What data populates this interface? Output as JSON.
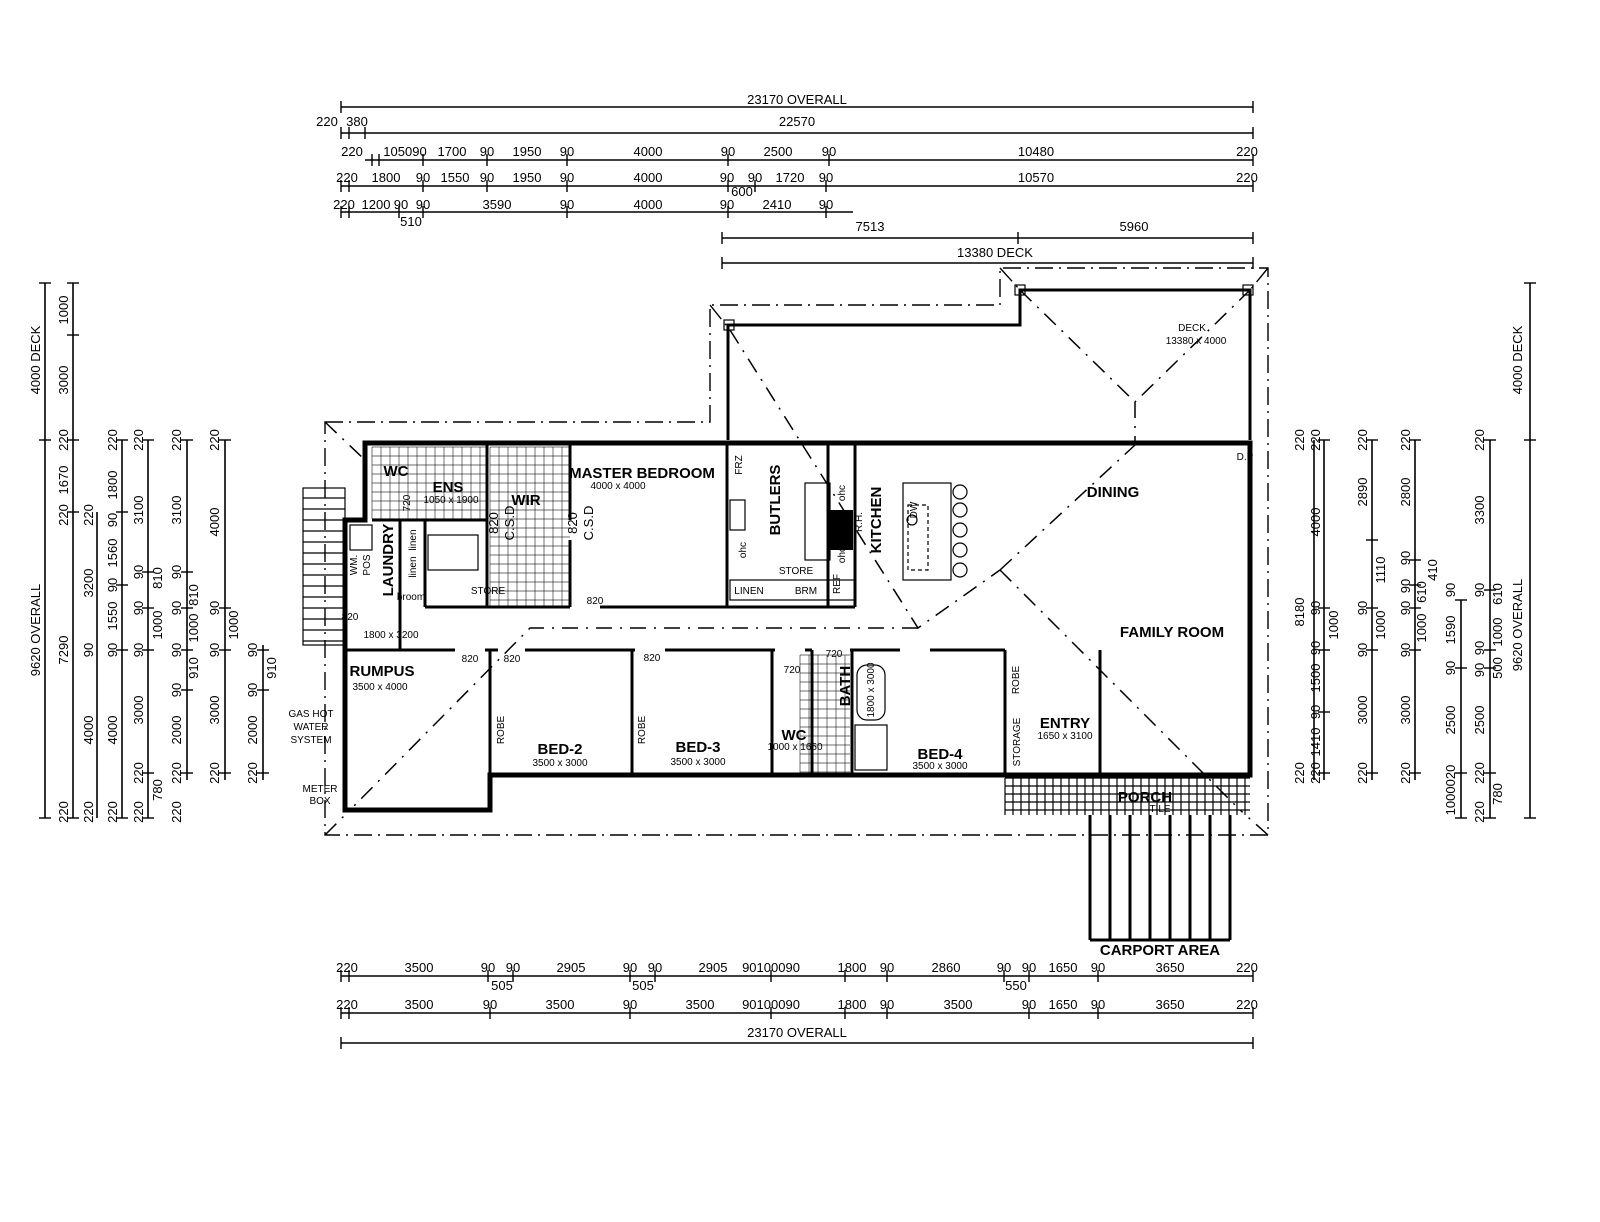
{
  "rooms": {
    "wc_ens": "WC",
    "ens": {
      "name": "ENS",
      "size": "1050 x 1900"
    },
    "wir": "WIR",
    "master": {
      "name": "MASTER BEDROOM",
      "size": "4000 x 4000"
    },
    "butlers": "BUTLERS",
    "kitchen": "KITCHEN",
    "dining": "DINING",
    "family": "FAMILY ROOM",
    "laundry": {
      "name": "LAUNDRY",
      "size": "1800 x 3200"
    },
    "rumpus": {
      "name": "RUMPUS",
      "size": "3500 x 4000"
    },
    "bed2": {
      "name": "BED-2",
      "size": "3500 x 3000"
    },
    "bed3": {
      "name": "BED-3",
      "size": "3500 x 3000"
    },
    "wc": {
      "name": "WC",
      "size": "1000 x 1650"
    },
    "bath": {
      "name": "BATH",
      "size": "1800 x 3000"
    },
    "bed4": {
      "name": "BED-4",
      "size": "3500 x 3000"
    },
    "entry": {
      "name": "ENTRY",
      "size": "1650 x 3100"
    },
    "porch": {
      "name": "PORCH",
      "finish": "TILE"
    },
    "carport": "CARPORT AREA",
    "deck": {
      "name": "DECK",
      "size": "13380 x 4000"
    }
  },
  "fixtures": {
    "store1": "STORE",
    "store2": "STORE",
    "linen": "LINEN",
    "brm": "BRM",
    "ref": "REF",
    "frz": "FRZ",
    "linen_a": "linen",
    "linen_b": "linen",
    "broom": "broom",
    "wm": "WM.",
    "pos": "POS",
    "robe1": "ROBE",
    "robe2": "ROBE",
    "robe3": "ROBE",
    "storage": "STORAGE",
    "csd1": "820",
    "csd1b": "C.S.D",
    "csd2": "820",
    "csd2b": "C.S.D",
    "ohc1": "ohc",
    "ohc2": "ohc",
    "ohc3": "ohc",
    "rh": "R.H.",
    "dw": "DW",
    "gas": [
      "GAS HOT",
      "WATER",
      "SYSTEM"
    ],
    "meter": [
      "METER",
      "BOX"
    ],
    "dp": "D.P"
  },
  "doors": [
    "820",
    "820",
    "820",
    "820",
    "820",
    "720",
    "720",
    "820",
    "720"
  ],
  "dimensions": {
    "top": {
      "overall": "23170  OVERALL",
      "row1": [
        "220",
        "380",
        "22570"
      ],
      "row2": [
        "220",
        "105090",
        "1700",
        "90",
        "1950",
        "90",
        "4000",
        "90",
        "2500",
        "90",
        "10480",
        "220"
      ],
      "row3": [
        "220",
        "1800",
        "90",
        "1550",
        "90",
        "1950",
        "90",
        "4000",
        "90",
        "90",
        "1720",
        "90",
        "10570",
        "220",
        "600"
      ],
      "row4": [
        "220",
        "1200",
        "90",
        "90",
        "3590",
        "90",
        "4000",
        "90",
        "2410",
        "90",
        "510"
      ],
      "deck_split": [
        "7513",
        "5960"
      ],
      "deck": "13380  DECK"
    },
    "bottom": {
      "row1": [
        "220",
        "3500",
        "90",
        "90",
        "2905",
        "90",
        "90",
        "2905",
        "90100090",
        "1800",
        "90",
        "2860",
        "90",
        "90",
        "1650",
        "90",
        "3650",
        "220",
        "505",
        "505",
        "550"
      ],
      "row2": [
        "220",
        "3500",
        "90",
        "3500",
        "90",
        "3500",
        "90100090",
        "1800",
        "90",
        "3500",
        "90",
        "1650",
        "90",
        "3650",
        "220"
      ],
      "overall": "23170  OVERALL"
    },
    "left": {
      "colA": [
        "4000  DECK",
        "9620  OVERALL"
      ],
      "colB": [
        "1000",
        "3000",
        "220",
        "1670",
        "220",
        "7290",
        "220"
      ],
      "colC": [
        "220",
        "3200",
        "90",
        "4000",
        "220"
      ],
      "colD": [
        "220",
        "1800",
        "90",
        "1560",
        "90",
        "1550",
        "90",
        "4000",
        "220"
      ],
      "colE": [
        "220",
        "3100",
        "90",
        "810",
        "90",
        "1000",
        "90",
        "3000",
        "220",
        "780",
        "220"
      ],
      "colF": [
        "220",
        "3100",
        "90",
        "810",
        "90",
        "1000",
        "90",
        "910",
        "90",
        "2000",
        "220",
        "220"
      ],
      "colG": [
        "220",
        "4000",
        "90",
        "1000",
        "90",
        "3000",
        "220"
      ],
      "colH": [
        "90",
        "910",
        "90",
        "2000",
        "220"
      ]
    },
    "right": {
      "colA": [
        "220",
        "8180",
        "220"
      ],
      "colB": [
        "220",
        "4000",
        "90",
        "1000",
        "90",
        "1500",
        "90",
        "1410",
        "220"
      ],
      "colC": [
        "220",
        "2890",
        "1110",
        "90",
        "1000",
        "90",
        "3000",
        "220"
      ],
      "colD": [
        "220",
        "2800",
        "90",
        "90",
        "410",
        "610",
        "90",
        "1000",
        "90",
        "3000",
        "220"
      ],
      "colE": [
        "90",
        "1590",
        "90",
        "2500",
        "1000020"
      ],
      "colF": [
        "220",
        "3300",
        "90",
        "610",
        "90",
        "90",
        "1000",
        "500",
        "2500",
        "220",
        "780",
        "220"
      ],
      "colG": [
        "4000  DECK",
        "9620  OVERALL"
      ]
    }
  }
}
